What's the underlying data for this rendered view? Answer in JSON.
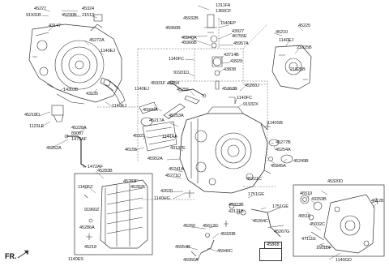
{
  "labels": [
    {
      "id": "p45227",
      "text": "45227"
    },
    {
      "id": "p91931b",
      "text": "91931B"
    },
    {
      "id": "p45324",
      "text": "45324"
    },
    {
      "id": "p21513",
      "text": "21513"
    },
    {
      "id": "p45230b",
      "text": "45230B"
    },
    {
      "id": "p43147",
      "text": "43147"
    },
    {
      "id": "p45272a",
      "text": "45272A"
    },
    {
      "id": "p1140ej_a",
      "text": "1140EJ"
    },
    {
      "id": "p1430jb",
      "text": "1430JB"
    },
    {
      "id": "p43135",
      "text": "43135"
    },
    {
      "id": "p1140ej_b",
      "text": "1140EJ"
    },
    {
      "id": "p45218d",
      "text": "45218D"
    },
    {
      "id": "p1123le",
      "text": "1123LE"
    },
    {
      "id": "p45228a",
      "text": "45228A"
    },
    {
      "id": "p89087",
      "text": "89087"
    },
    {
      "id": "p1472af_a",
      "text": "1472AF"
    },
    {
      "id": "p45252a",
      "text": "45252A"
    },
    {
      "id": "p1472af_b",
      "text": "1472AF"
    },
    {
      "id": "p45283b",
      "text": "45283B"
    },
    {
      "id": "p1140fz",
      "text": "1140FZ"
    },
    {
      "id": "p91960z",
      "text": "91960Z"
    },
    {
      "id": "p45286a",
      "text": "45286A"
    },
    {
      "id": "p45218",
      "text": "45218"
    },
    {
      "id": "p1140es",
      "text": "1140ES"
    },
    {
      "id": "p45283f",
      "text": "45283F"
    },
    {
      "id": "p45282e",
      "text": "45282E"
    },
    {
      "id": "p1311fa",
      "text": "1311FA"
    },
    {
      "id": "p1360cf",
      "text": "1360CF"
    },
    {
      "id": "p45932b",
      "text": "45932B"
    },
    {
      "id": "p1140ep",
      "text": "1140EP"
    },
    {
      "id": "p45956b",
      "text": "45956B"
    },
    {
      "id": "p45940a",
      "text": "45940A"
    },
    {
      "id": "p45966b",
      "text": "45966B"
    },
    {
      "id": "p43927",
      "text": "43927"
    },
    {
      "id": "p46755e",
      "text": "46755E"
    },
    {
      "id": "p45957a",
      "text": "45957A"
    },
    {
      "id": "p43714b",
      "text": "43714B"
    },
    {
      "id": "p43929",
      "text": "43929"
    },
    {
      "id": "p43838",
      "text": "43838"
    },
    {
      "id": "p1140fc_a",
      "text": "1140FC"
    },
    {
      "id": "p91931d",
      "text": "91931D"
    },
    {
      "id": "p45210",
      "text": "45210"
    },
    {
      "id": "p45225",
      "text": "45225"
    },
    {
      "id": "p1140ej_c",
      "text": "1140EJ"
    },
    {
      "id": "p21825b_a",
      "text": "21825B"
    },
    {
      "id": "p21825b_b",
      "text": "21825B"
    },
    {
      "id": "p45262b",
      "text": "45262B"
    },
    {
      "id": "p45260j",
      "text": "45260J"
    },
    {
      "id": "p1140fc_b",
      "text": "1140FC"
    },
    {
      "id": "p91932x",
      "text": "91932X"
    },
    {
      "id": "p45931f",
      "text": "45931F"
    },
    {
      "id": "p45254",
      "text": "45254"
    },
    {
      "id": "p1140ej_d",
      "text": "1140EJ"
    },
    {
      "id": "p45255",
      "text": "45255"
    },
    {
      "id": "p45990a",
      "text": "45990A"
    },
    {
      "id": "p45253a",
      "text": "45253A"
    },
    {
      "id": "p45217a",
      "text": "45217A"
    },
    {
      "id": "p45321",
      "text": "45321"
    },
    {
      "id": "p1141aa",
      "text": "1141AA"
    },
    {
      "id": "p43137e",
      "text": "43137E"
    },
    {
      "id": "p46155",
      "text": "46155"
    },
    {
      "id": "p45952a",
      "text": "45952A"
    },
    {
      "id": "p45241a",
      "text": "45241A"
    },
    {
      "id": "p45271d",
      "text": "45271D"
    },
    {
      "id": "p42620",
      "text": "42620"
    },
    {
      "id": "p1140hg",
      "text": "1140HG"
    },
    {
      "id": "p1140sb",
      "text": "1140SB"
    },
    {
      "id": "p45277b",
      "text": "45277B"
    },
    {
      "id": "p45254a",
      "text": "45254A"
    },
    {
      "id": "p45249b",
      "text": "45249B"
    },
    {
      "id": "p45245a",
      "text": "45245A"
    },
    {
      "id": "p45271c",
      "text": "45271C"
    },
    {
      "id": "p45323b",
      "text": "45323B"
    },
    {
      "id": "p43171b",
      "text": "43171B"
    },
    {
      "id": "p1751ge_a",
      "text": "1751GE"
    },
    {
      "id": "p1751ge_b",
      "text": "1751GE"
    },
    {
      "id": "p45264c",
      "text": "45264C"
    },
    {
      "id": "p45267g",
      "text": "45267G"
    },
    {
      "id": "p45260",
      "text": "45260"
    },
    {
      "id": "p45612c",
      "text": "45612C"
    },
    {
      "id": "p45920b",
      "text": "45920B"
    },
    {
      "id": "p45954b",
      "text": "45954B"
    },
    {
      "id": "p45940c",
      "text": "45940C"
    },
    {
      "id": "p45950a",
      "text": "45950A"
    },
    {
      "id": "p45320d",
      "text": "45320D"
    },
    {
      "id": "p46519",
      "text": "46519"
    },
    {
      "id": "p43253b",
      "text": "43253B"
    },
    {
      "id": "p45516",
      "text": "45516"
    },
    {
      "id": "p46128",
      "text": "46128"
    },
    {
      "id": "p45032c",
      "text": "45032C"
    },
    {
      "id": "p47111e",
      "text": "47111E"
    },
    {
      "id": "p1601df",
      "text": "1601DF"
    },
    {
      "id": "p1140gd",
      "text": "1140GD"
    },
    {
      "id": "p45868",
      "text": "45868"
    }
  ],
  "direction_label": "FR."
}
